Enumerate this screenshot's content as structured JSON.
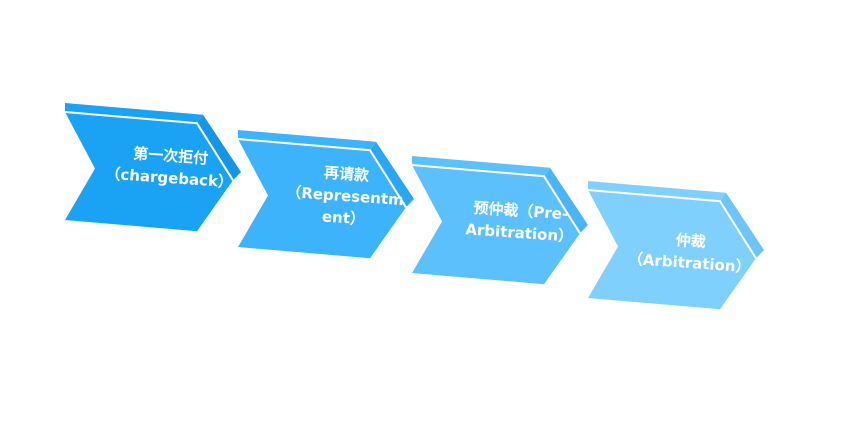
{
  "diagram": {
    "type": "process-chevron-flow",
    "steps": [
      {
        "title": "第一次拒付",
        "subtitle": "（chargeback）",
        "color": "#1aa3f5",
        "side_color": "#1595e6"
      },
      {
        "title": "再请款",
        "subtitle": "（Representm",
        "subtitle2": "ent）",
        "color": "#3db3fb",
        "side_color": "#2aa6f2"
      },
      {
        "title": "预仲裁（Pre-",
        "subtitle": "Arbitration）",
        "color": "#5cc0fc",
        "side_color": "#4bb4f5"
      },
      {
        "title": "仲裁",
        "subtitle": "（Arbitration）",
        "color": "#80d0fe",
        "side_color": "#6cc4f8"
      }
    ]
  }
}
